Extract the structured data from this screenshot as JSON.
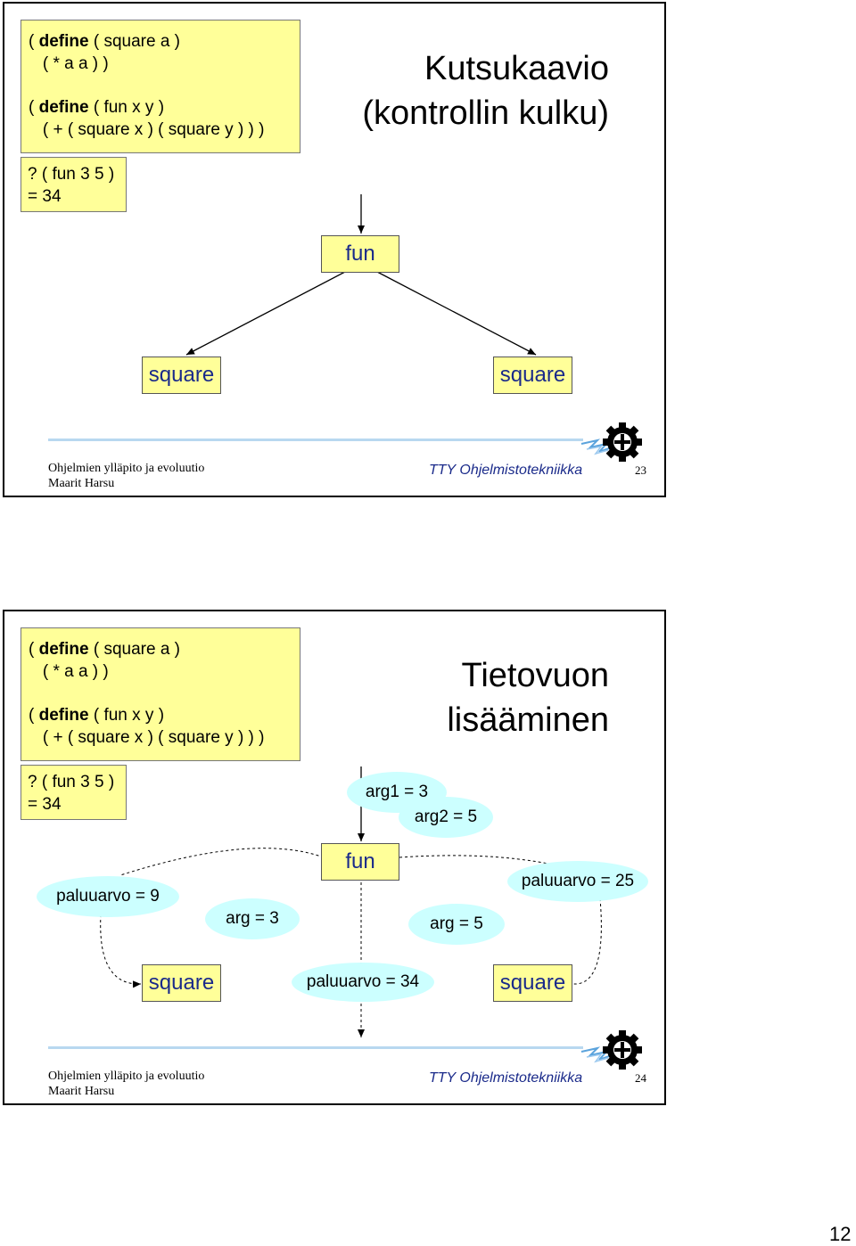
{
  "slide1": {
    "title_lines": [
      "Kutsukaavio",
      "(kontrollin kulku)"
    ],
    "code": {
      "line1_kw": "define",
      "line1_pre": "( ",
      "line1_post": " ( square a )",
      "line2": "   ( * a a ) )",
      "line3_pre": "( ",
      "line3_kw": "define",
      "line3_post": " ( fun x y )",
      "line4": "   ( + ( square x ) ( square y ) ) )"
    },
    "eval": {
      "line1": "? ( fun 3 5 )",
      "line2": "= 34"
    },
    "nodes": {
      "root": "fun",
      "left": "square",
      "right": "square"
    },
    "footer": {
      "course": "Ohjelmien ylläpito ja evoluutio",
      "author": "Maarit Harsu",
      "center": "TTY Ohjelmistotekniikka",
      "page": "23"
    }
  },
  "slide2": {
    "title_lines": [
      "Tietovuon",
      "lisääminen"
    ],
    "code": {
      "line1_pre": "( ",
      "line1_kw": "define",
      "line1_post": " ( square a )",
      "line2": "   ( * a a ) )",
      "line3_pre": "( ",
      "line3_kw": "define",
      "line3_post": " ( fun x y )",
      "line4": "   ( + ( square x ) ( square y ) ) )"
    },
    "eval": {
      "line1": "? ( fun 3 5 )",
      "line2": "= 34"
    },
    "nodes": {
      "root": "fun",
      "left": "square",
      "right": "square"
    },
    "labels": {
      "arg1": "arg1 = 3",
      "arg2": "arg2 = 5",
      "ret_left": "paluuarvo = 9",
      "arg_left": "arg = 3",
      "arg_right": "arg = 5",
      "ret_right": "paluuarvo = 25",
      "ret_root": "paluuarvo = 34"
    },
    "footer": {
      "course": "Ohjelmien ylläpito ja evoluutio",
      "author": "Maarit Harsu",
      "center": "TTY Ohjelmistotekniikka",
      "page": "24"
    }
  },
  "document": {
    "page_number": "12"
  },
  "colors": {
    "code_bg": "#ffff99",
    "ellipse_bg": "#ccffff",
    "node_text": "#1a2a8a",
    "rule": "#b8d8f0"
  },
  "icons": {
    "logo": "tut-gear-logo-icon"
  }
}
